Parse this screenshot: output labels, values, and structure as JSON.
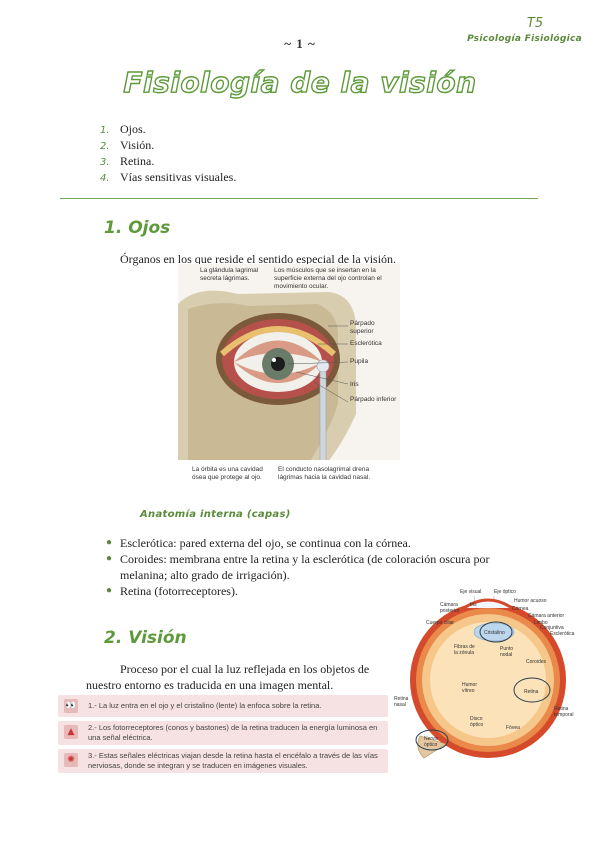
{
  "header": {
    "page_number": "~ 1 ~",
    "topic_code": "T5",
    "topic_name": "Psicología Fisiológica"
  },
  "title": "Fisiología de la visión",
  "toc": [
    {
      "num": "1.",
      "label": "Ojos."
    },
    {
      "num": "2.",
      "label": "Visión."
    },
    {
      "num": "3.",
      "label": "Retina."
    },
    {
      "num": "4.",
      "label": "Vías sensitivas visuales."
    }
  ],
  "section1": {
    "title": "1. Ojos",
    "intro": "Órganos en los que reside el sentido especial de la visión.",
    "figure_labels": {
      "gland": "La glándula lagrimal secreta lágrimas.",
      "muscles": "Los músculos que se insertan en la superficie externa del ojo controlan el movimiento ocular.",
      "upper_lid": "Párpado superior",
      "sclera": "Esclerótica",
      "pupil": "Pupila",
      "iris": "Iris",
      "lower_lid": "Párpado inferior",
      "orbit": "La órbita es una cavidad ósea que protege al ojo.",
      "duct": "El conducto nasolagrimal drena lágrimas hacia la cavidad nasal."
    },
    "subtitle": "Anatomía interna (capas)",
    "bullets": [
      "Esclerótica: pared externa del ojo, se continua con la córnea.",
      "Coroides: membrana entre la retina y la esclerótica (de coloración oscura por melanina; alto grado de irrigación).",
      "Retina (fotorreceptores)."
    ]
  },
  "section2": {
    "title": "2. Visión",
    "intro": "Proceso por el cual la luz reflejada en los objetos de nuestro entorno es traducida en una imagen mental.",
    "steps": [
      "1.- La luz entra en el ojo y el cristalino (lente) la enfoca sobre la retina.",
      "2.- Los fotorreceptores (conos y bastones) de la retina traducen la energía luminosa en una señal eléctrica.",
      "3.- Estas señales eléctricas viajan desde la retina hasta el encéfalo a través de las vías nerviosas, donde se integran y se traducen en imágenes visuales."
    ]
  },
  "diagram_labels": {
    "eje_visual": "Eje visual",
    "eje_optico": "Eje óptico",
    "humor_acuoso": "Humor acuoso",
    "camara_posterior": "Cámara posterior",
    "iris": "Iris",
    "cornea": "Córnea",
    "camara_anterior": "Cámara anterior",
    "limbo": "Limbo",
    "cuerpo_ciliar": "Cuerpo ciliar",
    "cristalino": "Cristalino",
    "conjuntiva": "Conjuntiva",
    "esclerotica": "Esclerótica",
    "fibras_zonula": "Fibras de la zónula",
    "punto_nodal": "Punto nodal",
    "coroides": "Coroides",
    "humor_vitreo": "Humor vítreo",
    "retina_nasal": "Retina nasal",
    "retina": "Retina",
    "retina_temporal": "Retina temporal",
    "disco_optico": "Disco óptico",
    "fovea": "Fóvea",
    "nervio_optico": "Nervio óptico"
  }
}
